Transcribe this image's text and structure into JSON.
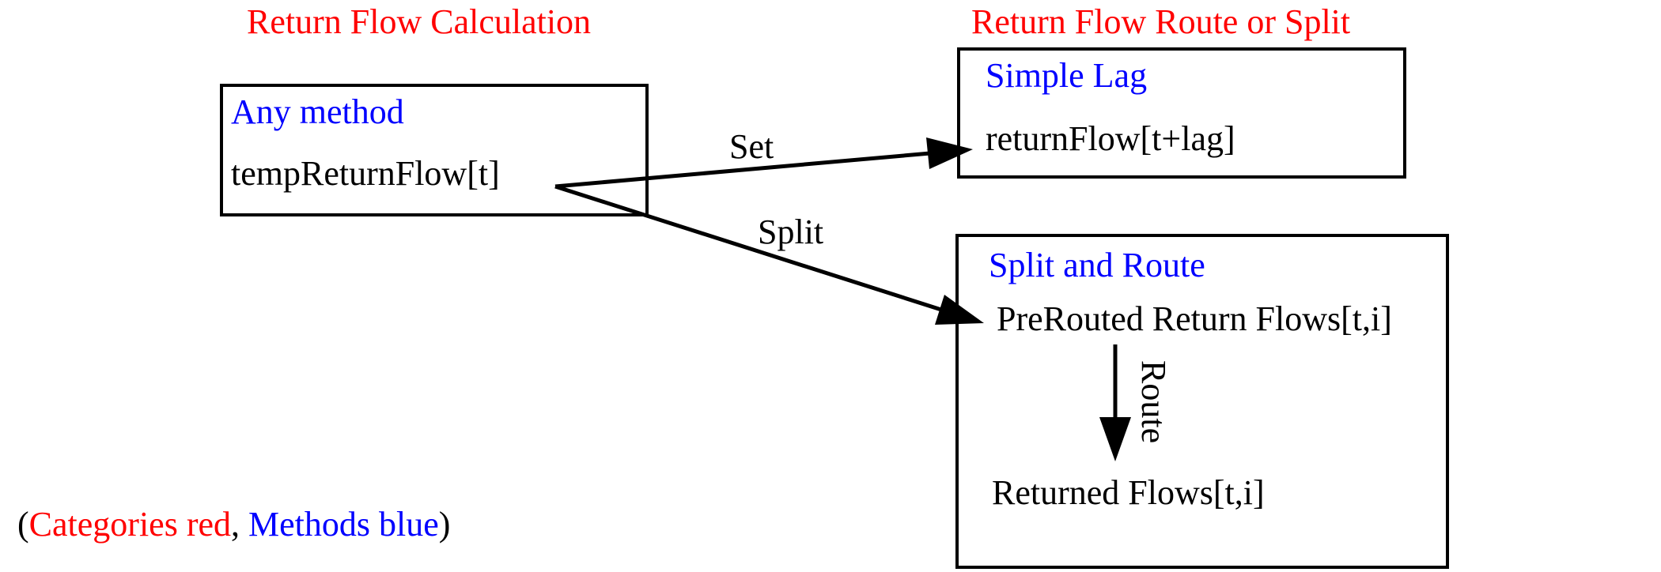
{
  "categories": {
    "left_title": "Return Flow Calculation",
    "right_title": "Return Flow Route or Split"
  },
  "boxes": {
    "calculation": {
      "method": "Any method",
      "variable": "tempReturnFlow[t]"
    },
    "simple_lag": {
      "method": "Simple Lag",
      "variable": "returnFlow[t+lag]"
    },
    "split_route": {
      "method": "Split and Route",
      "prerouted": "PreRouted Return Flows[t,i]",
      "returned": "Returned Flows[t,i]"
    }
  },
  "edges": {
    "set_label": "Set",
    "split_label": "Split",
    "route_label": "Route"
  },
  "legend": {
    "open_paren": "(",
    "categories_text": "Categories red",
    "comma": ", ",
    "methods_text": "Methods blue",
    "close_paren": ")"
  },
  "colors": {
    "category": "#ff0000",
    "method": "#0000ff",
    "text": "#000000"
  }
}
